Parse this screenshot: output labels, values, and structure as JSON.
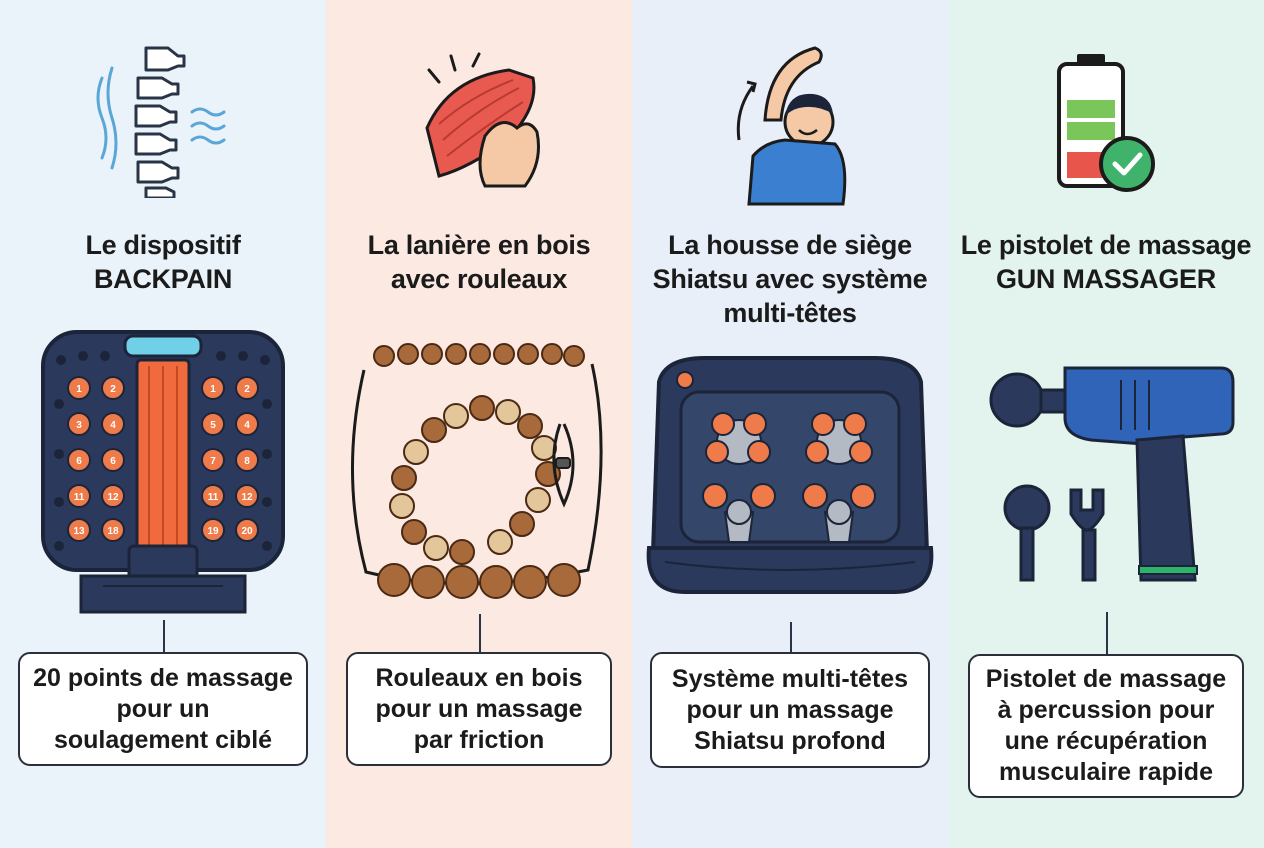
{
  "columns": [
    {
      "id": "backpain",
      "title_lines": [
        "Le dispositif",
        "BACKPAIN"
      ],
      "description_lines": [
        "20 points de massage",
        "pour un",
        "soulagement ciblé"
      ],
      "point_labels": [
        "1",
        "2",
        "1",
        "2",
        "3",
        "4",
        "5",
        "4",
        "6",
        "6",
        "7",
        "8",
        "11",
        "12",
        "11",
        "12",
        "13",
        "18",
        "19",
        "20"
      ],
      "colors": {
        "background": "#eaf3fa",
        "device": "#2b3a5c",
        "accent": "#ef7a4a"
      }
    },
    {
      "id": "laniere",
      "title_lines": [
        "La lanière en bois",
        "avec rouleaux"
      ],
      "description_lines": [
        "Rouleaux en bois",
        "pour un massage",
        "par friction"
      ],
      "colors": {
        "background": "#fbe9e2",
        "bead": "#a86a3b"
      }
    },
    {
      "id": "housse",
      "title_lines": [
        "La housse de siège",
        "Shiatsu avec système",
        "multi-têtes"
      ],
      "description_lines": [
        "Système multi-têtes",
        "pour un massage",
        "Shiatsu profond"
      ],
      "colors": {
        "background": "#e9eff9",
        "device": "#2b3a5c",
        "accent": "#ef7a4a"
      }
    },
    {
      "id": "gun",
      "title_lines": [
        "Le pistolet de massage",
        "GUN MASSAGER"
      ],
      "description_lines": [
        "Pistolet de massage",
        "à percussion pour",
        "une récupération",
        "musculaire rapide"
      ],
      "colors": {
        "background": "#e3f4ef",
        "device": "#2f64b8",
        "accent": "#2eb36b"
      }
    }
  ],
  "icons": [
    "spine-icon",
    "muscle-hand-icon",
    "stretching-person-icon",
    "battery-check-icon"
  ]
}
